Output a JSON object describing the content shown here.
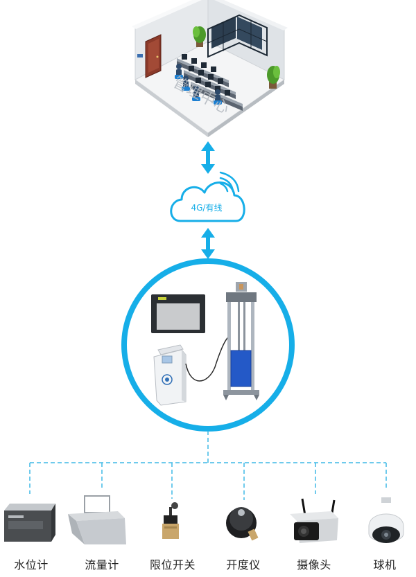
{
  "top": {
    "room_watermark": "管理中心"
  },
  "cloud": {
    "label": "4G/有线"
  },
  "controller": {
    "screen_brand": ""
  },
  "devices": [
    {
      "label": "水位计"
    },
    {
      "label": "流量计"
    },
    {
      "label": "限位开关"
    },
    {
      "label": "开度仪"
    },
    {
      "label": "摄像头"
    },
    {
      "label": "球机"
    }
  ],
  "colors": {
    "accent": "#16aee8",
    "dash": "#3fb9e6",
    "wall": "#e9ecef"
  }
}
